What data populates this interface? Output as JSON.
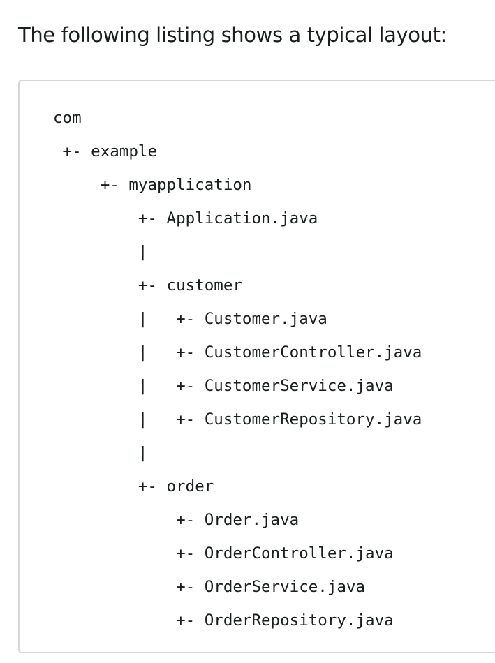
{
  "intro_text": "The following listing shows a typical layout:",
  "listing": {
    "lines": [
      "com",
      " +- example",
      "     +- myapplication",
      "         +- Application.java",
      "         |",
      "         +- customer",
      "         |   +- Customer.java",
      "         |   +- CustomerController.java",
      "         |   +- CustomerService.java",
      "         |   +- CustomerRepository.java",
      "         |",
      "         +- order",
      "             +- Order.java",
      "             +- OrderController.java",
      "             +- OrderService.java",
      "             +- OrderRepository.java"
    ]
  }
}
